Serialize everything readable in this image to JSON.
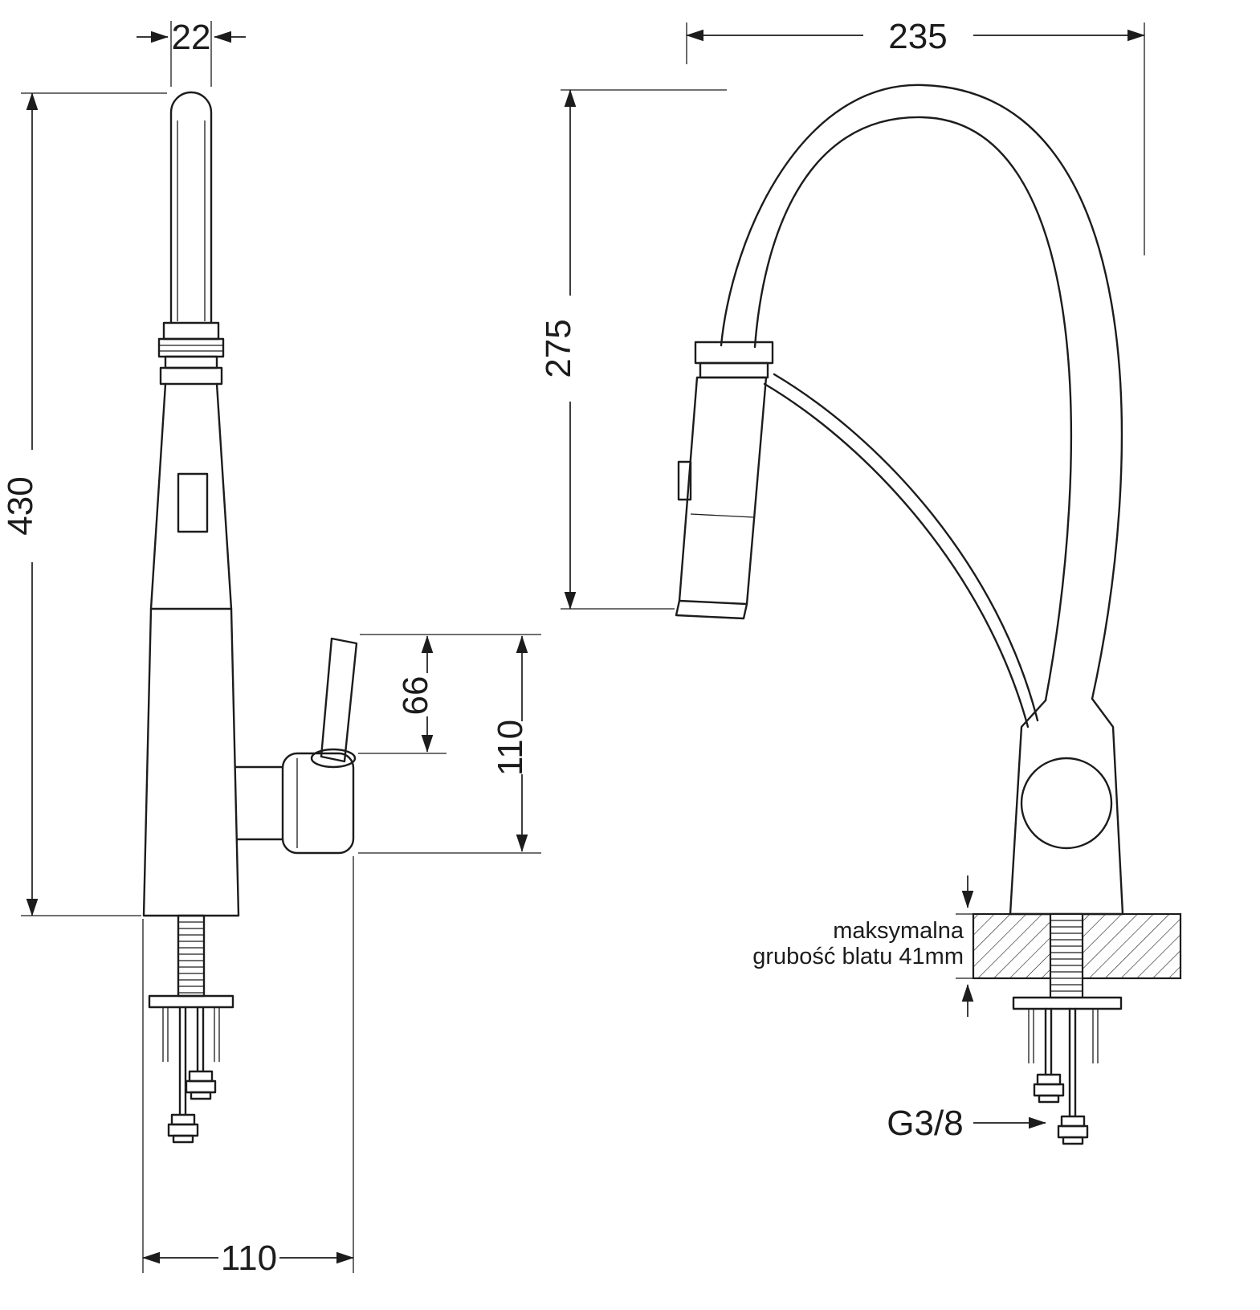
{
  "drawing": {
    "background": "#ffffff",
    "line_color": "#1c1c1c"
  },
  "left": {
    "dim_spout_diameter": "22",
    "dim_total_height": "430",
    "dim_lever_height": "66",
    "dim_body_height": "110",
    "dim_base_depth": "110"
  },
  "right": {
    "dim_reach": "235",
    "dim_head_height": "275",
    "counter_note_line1": "maksymalna",
    "counter_note_line2": "grubość blatu 41mm",
    "thread_size": "G3/8"
  }
}
